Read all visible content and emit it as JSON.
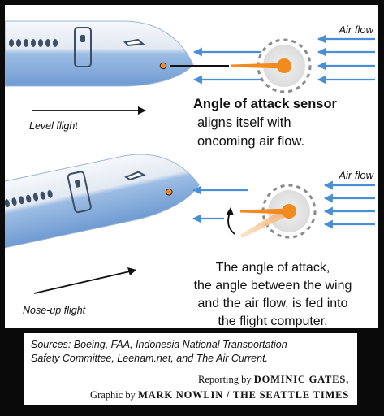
{
  "top_scene": {
    "air_flow_label": "Air flow",
    "sensor_title": "Angle of attack sensor",
    "sensor_line1": "aligns itself with",
    "sensor_line2": "oncoming air flow.",
    "flight_label": "Level flight"
  },
  "bottom_scene": {
    "air_flow_label": "Air flow",
    "explain_line1": "The angle of attack,",
    "explain_line2": "the angle between the wing",
    "explain_line3": "and the air flow, is fed into",
    "explain_line4": "the flight computer.",
    "flight_label": "Nose-up flight"
  },
  "credits": {
    "sources_line1": "Sources: Boeing, FAA, Indonesia National Transportation",
    "sources_line2": "Safety Committee, Leeham.net, and The Air Current.",
    "reporting_prefix": "Reporting by",
    "reporter": "DOMINIC GATES,",
    "graphic_prefix": "Graphic by",
    "artist": "MARK NOWLIN / THE SEATTLE TIMES"
  },
  "colors": {
    "airflow_arrow": "#4a8fd6",
    "sensor_orange": "#f28a1e",
    "fuselage_light": "#e6ecf4",
    "fuselage_blue": "#7fa8d8",
    "window": "#3c4f66",
    "background": "#0a0a0a"
  }
}
